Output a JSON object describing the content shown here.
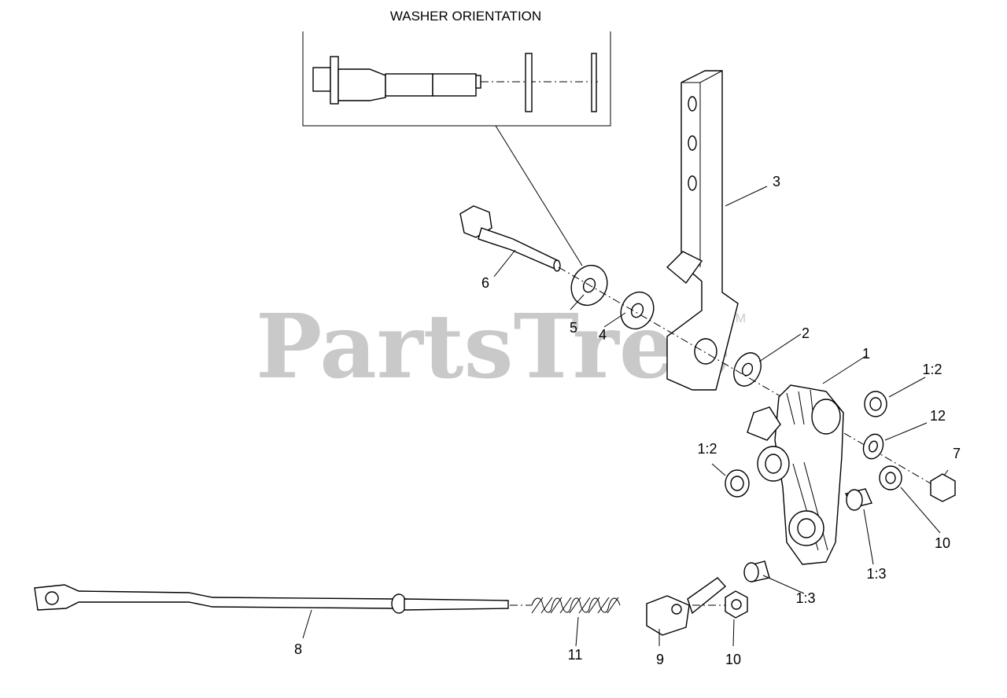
{
  "inset": {
    "title": "WASHER ORIENTATION"
  },
  "watermark": {
    "text": "PartsTree",
    "trademark": "TM"
  },
  "callouts": {
    "c1": "1",
    "c1_2a": "1:2",
    "c1_2b": "1:2",
    "c1_3a": "1:3",
    "c1_3b": "1:3",
    "c2": "2",
    "c3": "3",
    "c4": "4",
    "c5": "5",
    "c6": "6",
    "c7": "7",
    "c8": "8",
    "c9": "9",
    "c10a": "10",
    "c10b": "10",
    "c11": "11",
    "c12": "12"
  },
  "colors": {
    "line": "#000000",
    "watermark": "#c9c9c9",
    "background": "#ffffff"
  }
}
